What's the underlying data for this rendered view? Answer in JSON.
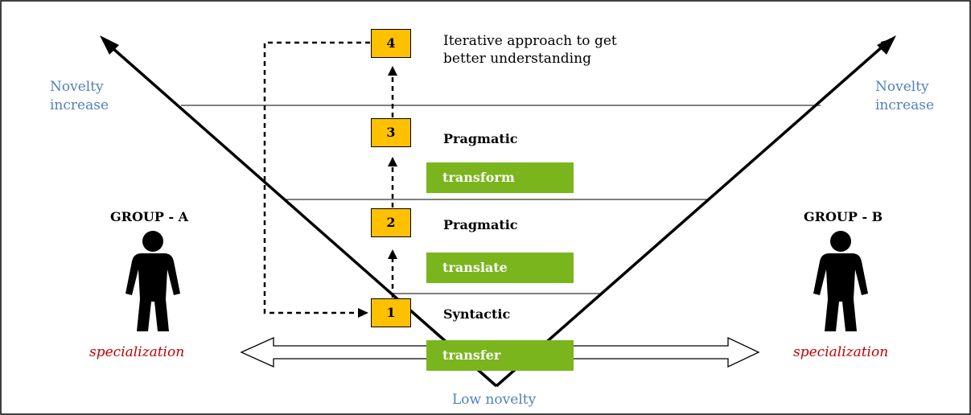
{
  "levels": [
    {
      "number": "1",
      "label": "Syntactic",
      "action": "transfer"
    },
    {
      "number": "2",
      "label": "Pragmatic",
      "action": "translate"
    },
    {
      "number": "3",
      "label": "Pragmatic",
      "action": "transform"
    },
    {
      "number": "4",
      "label": "Iterative approach to get better understanding"
    }
  ],
  "left": {
    "novelty": [
      "Novelty",
      "increase"
    ],
    "group": "GROUP - A",
    "specialization": "specialization"
  },
  "right": {
    "novelty": [
      "Novelty",
      "increase"
    ],
    "group": "GROUP - B",
    "specialization": "specialization"
  },
  "bottom_label": "Low novelty",
  "colors": {
    "number_box": "#ffc000",
    "action_box": "#7ab51d",
    "novelty_text": "#4f81bd",
    "specialization_text": "#c00000"
  },
  "icons": [
    "person-icon",
    "double-arrow-icon",
    "dashed-arrow-icon"
  ]
}
